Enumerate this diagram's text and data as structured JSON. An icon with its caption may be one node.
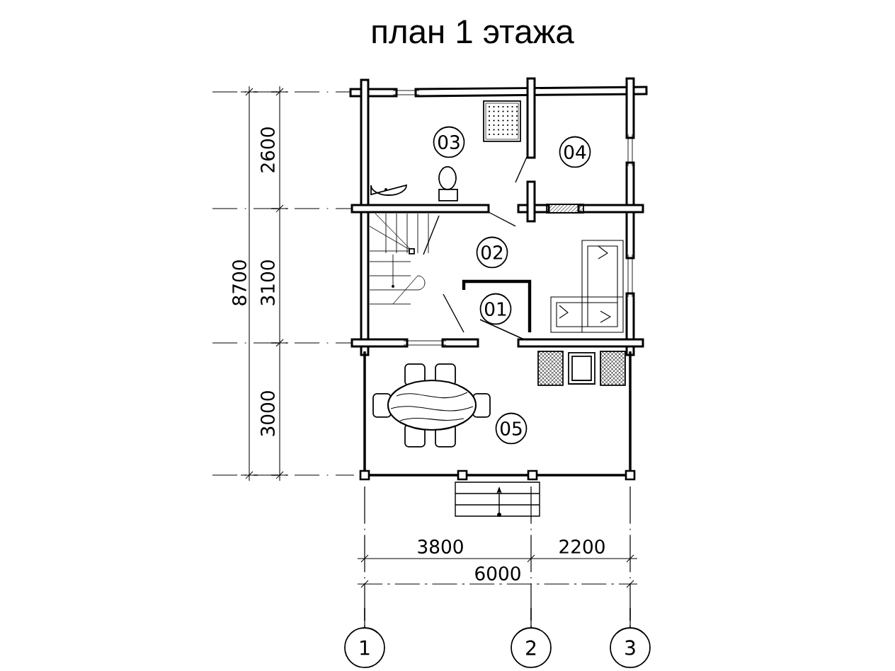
{
  "diagram": {
    "title": "план 1 этажа",
    "nodes": [
      {
        "text": [
          "03"
        ]
      },
      {
        "text": [
          "04"
        ]
      },
      {
        "text": [
          "02"
        ]
      },
      {
        "text": [
          "01"
        ]
      },
      {
        "text": [
          "05"
        ]
      },
      {
        "text": [
          "1"
        ]
      },
      {
        "text": [
          "2"
        ]
      },
      {
        "text": [
          "3"
        ]
      }
    ],
    "labels": [
      "2600",
      "8700",
      "3100",
      "3000",
      "3800",
      "2200",
      "6000"
    ]
  }
}
